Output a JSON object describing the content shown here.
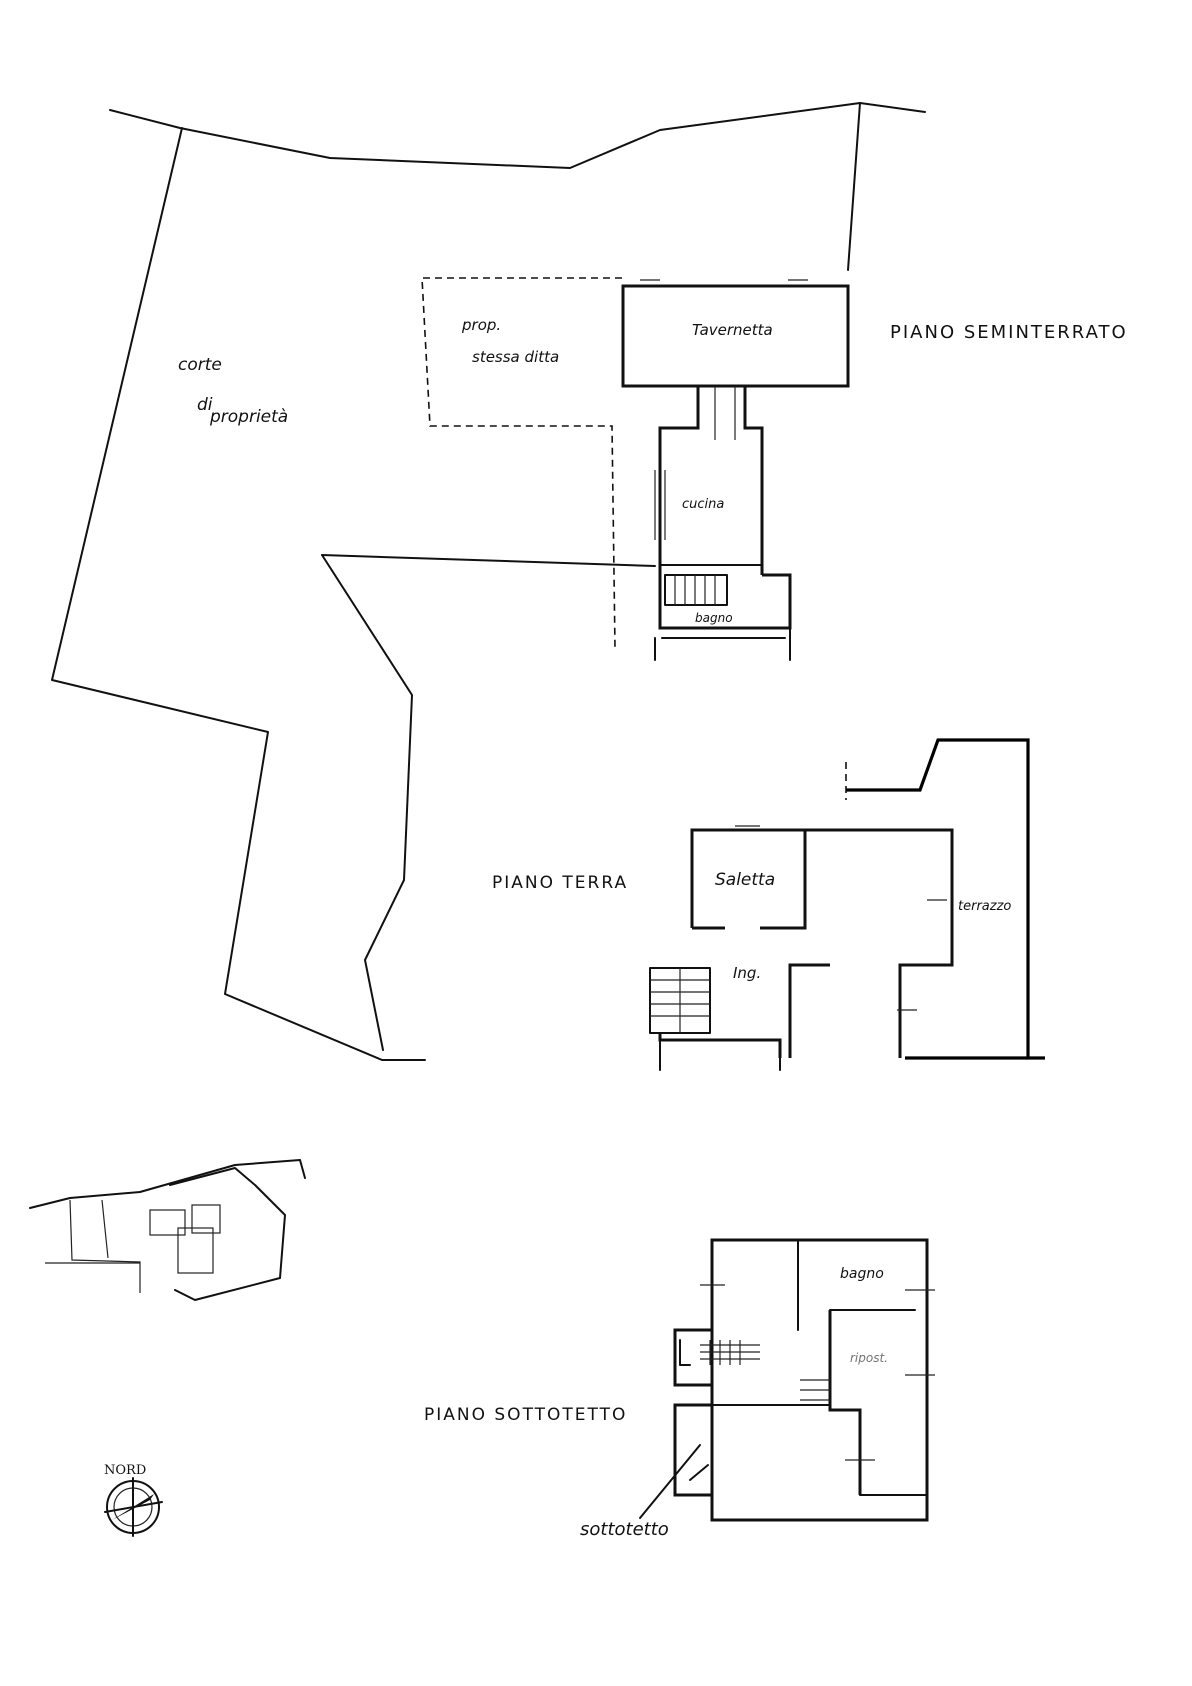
{
  "floor_labels": {
    "seminterrato": "PIANO SEMINTERRATO",
    "terra": "PIANO TERRA",
    "sottotetto": "PIANO SOTTOTETTO"
  },
  "site": {
    "corte_line1": "corte",
    "corte_line2": "di",
    "corte_line3": "proprietà",
    "prop_line1": "prop.",
    "prop_line2": "stessa ditta"
  },
  "rooms_seminterrato": {
    "tavernetta": "Tavernetta",
    "cucina": "cucina",
    "bagno": "bagno"
  },
  "rooms_terra": {
    "saletta": "Saletta",
    "ingresso": "Ing.",
    "terrazzo": "terrazzo"
  },
  "rooms_sottotetto": {
    "bagno": "bagno",
    "ripost": "ripost.",
    "sottotetto": "sottotetto"
  },
  "compass": {
    "label": "NORD",
    "icon": "north-compass-icon"
  }
}
